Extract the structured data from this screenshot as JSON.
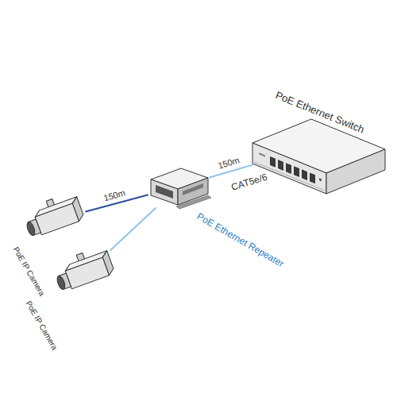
{
  "diagram": {
    "nodes": [
      {
        "text": [
          "PoE Ethernet Switch"
        ]
      },
      {
        "text": [
          "PoE Ethernet Repeater"
        ]
      },
      {
        "text": [
          "PoE IP Camera"
        ]
      },
      {
        "text": [
          "PoE IP Camera"
        ]
      }
    ],
    "edges": [
      {
        "from": 0,
        "to": 1,
        "arrow": "none",
        "label": "150m"
      },
      {
        "from": 1,
        "to": 2,
        "arrow": "none",
        "label": "150m"
      },
      {
        "from": 1,
        "to": 3,
        "arrow": "none"
      }
    ],
    "labels": [
      "CAT5e/6"
    ]
  }
}
